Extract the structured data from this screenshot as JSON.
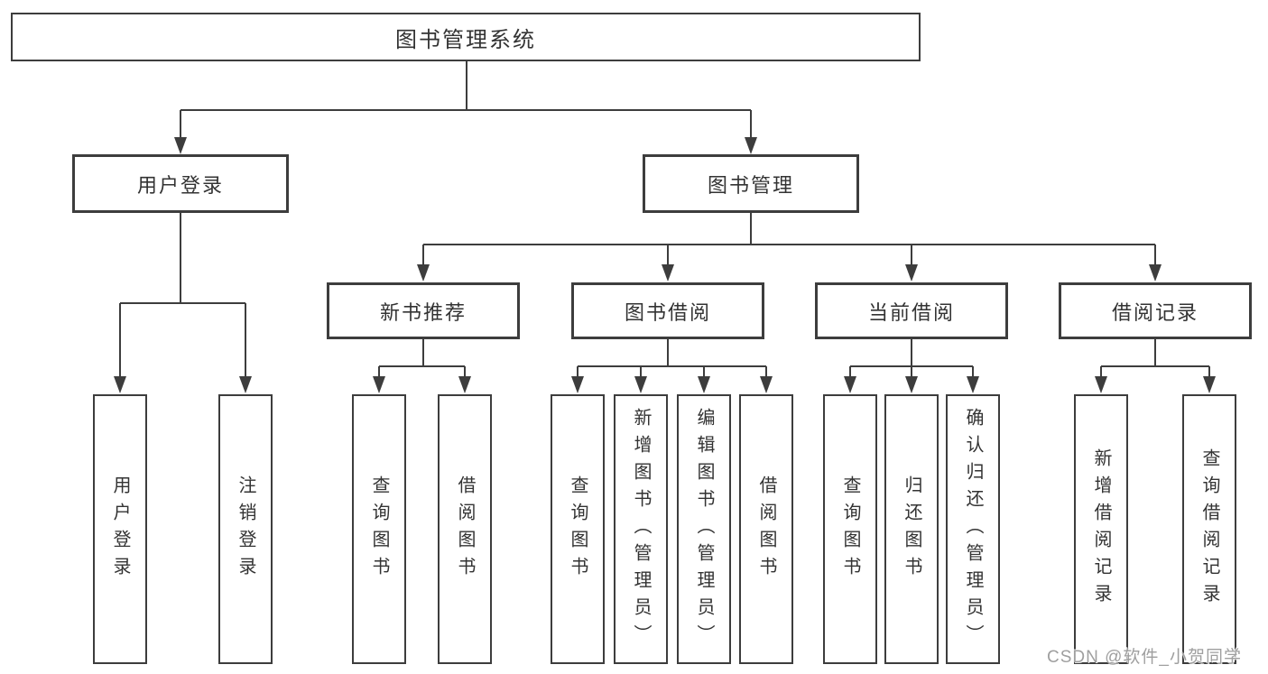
{
  "root": {
    "label": "图书管理系统"
  },
  "level2": [
    {
      "label": "用户登录"
    },
    {
      "label": "图书管理"
    }
  ],
  "level3": [
    {
      "label": "新书推荐"
    },
    {
      "label": "图书借阅"
    },
    {
      "label": "当前借阅"
    },
    {
      "label": "借阅记录"
    }
  ],
  "leaves": {
    "login": [
      {
        "label": "用户登录"
      },
      {
        "label": "注销登录"
      }
    ],
    "recommend": [
      {
        "label": "查询图书"
      },
      {
        "label": "借阅图书"
      }
    ],
    "borrow": [
      {
        "label": "查询图书"
      },
      {
        "label": "新增图书（管理员）"
      },
      {
        "label": "编辑图书（管理员）"
      },
      {
        "label": "借阅图书"
      }
    ],
    "current": [
      {
        "label": "查询图书"
      },
      {
        "label": "归还图书"
      },
      {
        "label": "确认归还（管理员）"
      }
    ],
    "records": [
      {
        "label": "新增借阅记录"
      },
      {
        "label": "查询借阅记录"
      }
    ]
  },
  "watermark": "CSDN @软件_小贺同学",
  "colors": {
    "line": "#3d3d3d",
    "border": "#3d3d3d",
    "text": "#333333",
    "watermark_text": "#9f9f9f",
    "background": "#ffffff"
  }
}
